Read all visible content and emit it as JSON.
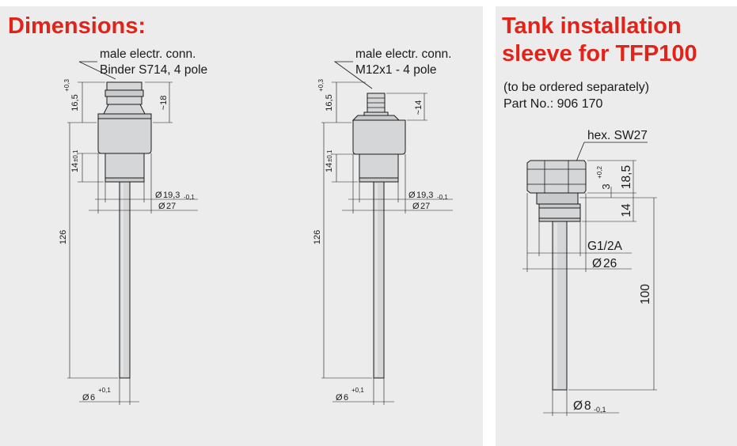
{
  "left_panel": {
    "title": "Dimensions:",
    "sensor_a": {
      "conn_label_1": "male electr. conn.",
      "conn_label_2": "Binder S714, 4 pole",
      "dim_height_top": "16,5",
      "dim_height_top_tol": "+0,3",
      "dim_head": "~18",
      "dim_thread": "14",
      "dim_thread_tol": "±0,1",
      "dim_length": "126",
      "dim_dia_thread": "19,3",
      "dim_dia_thread_tol": "-0,1",
      "dim_dia_hex": "27",
      "dim_dia_tube": "6",
      "dim_dia_tube_tol": "+0,1",
      "dia_symbol": "Ø"
    },
    "sensor_b": {
      "conn_label_1": "male electr. conn.",
      "conn_label_2": "M12x1 - 4 pole",
      "dim_height_top": "16,5",
      "dim_height_top_tol": "+0,3",
      "dim_head": "~14",
      "dim_thread": "14",
      "dim_thread_tol": "±0,1",
      "dim_length": "126",
      "dim_dia_thread": "19,3",
      "dim_dia_thread_tol": "-0,1",
      "dim_dia_hex": "27",
      "dim_dia_tube": "6",
      "dim_dia_tube_tol": "+0,1",
      "dia_symbol": "Ø"
    }
  },
  "right_panel": {
    "title_line_1": "Tank installation",
    "title_line_2": "sleeve for TFP100",
    "note_line_1": "(to be ordered separately)",
    "note_line_2": "Part No.: 906 170",
    "hex_label": "hex. SW27",
    "dim_total_head": "18,5",
    "dim_small": "3",
    "dim_small_tol": "+0,2",
    "dim_thread": "14",
    "thread_label": "G1/2A",
    "dim_dia_26": "26",
    "dim_length": "100",
    "dim_dia_8": "8",
    "dim_dia_8_tol": "-0,1",
    "dia_symbol": "Ø"
  },
  "colors": {
    "title_red": "#e2231a",
    "panel_bg": "#ececed"
  }
}
